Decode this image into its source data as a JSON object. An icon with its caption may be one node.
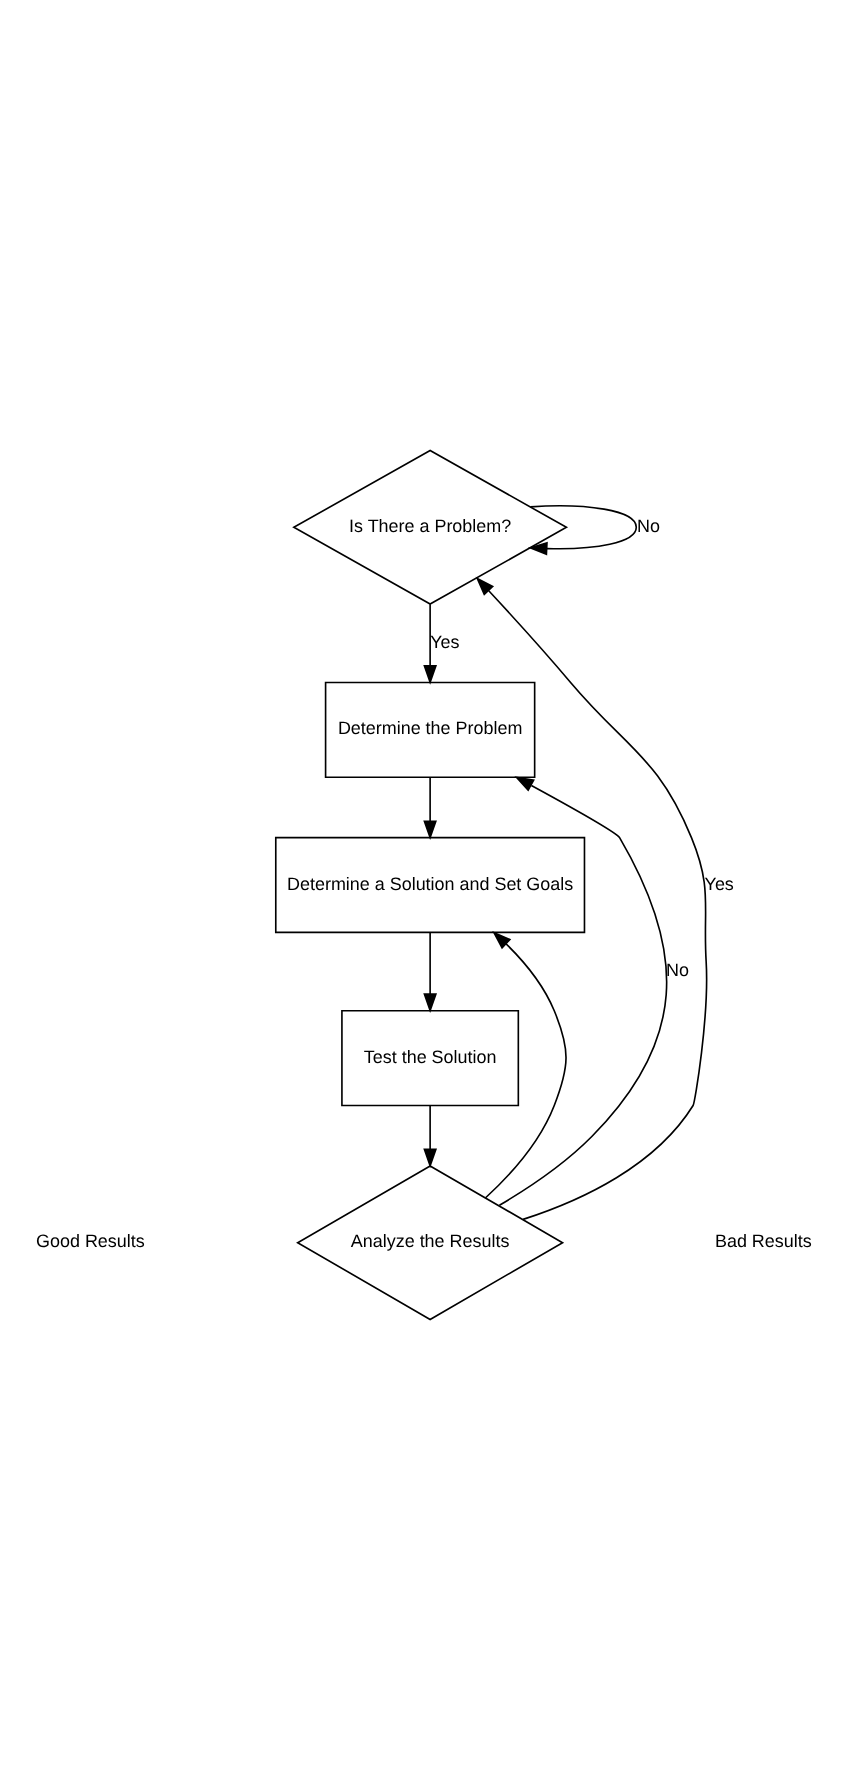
{
  "diagram": {
    "nodes": [
      {
        "text": [
          "Is There a Problem?"
        ]
      },
      {
        "text": [
          "Determine the Problem"
        ]
      },
      {
        "text": [
          "Determine a Solution and Set Goals"
        ]
      },
      {
        "text": [
          "Test the Solution"
        ]
      },
      {
        "text": [
          "Analyze the Results"
        ]
      }
    ],
    "edges": [
      {
        "from": 0,
        "to": 0,
        "label": "No",
        "arrow": "to"
      },
      {
        "from": 0,
        "to": 1,
        "label": "Yes",
        "arrow": "to"
      },
      {
        "from": 1,
        "to": 2,
        "arrow": "to"
      },
      {
        "from": 2,
        "to": 3,
        "arrow": "to"
      },
      {
        "from": 3,
        "to": 4,
        "arrow": "to"
      },
      {
        "from": 4,
        "to": 0,
        "label": "Yes",
        "arrow": "to"
      },
      {
        "from": 4,
        "to": 1,
        "label": "No",
        "arrow": "to"
      },
      {
        "from": 4,
        "to": 2,
        "arrow": "to"
      }
    ],
    "labels": [
      "Good Results",
      "Bad Results"
    ]
  }
}
